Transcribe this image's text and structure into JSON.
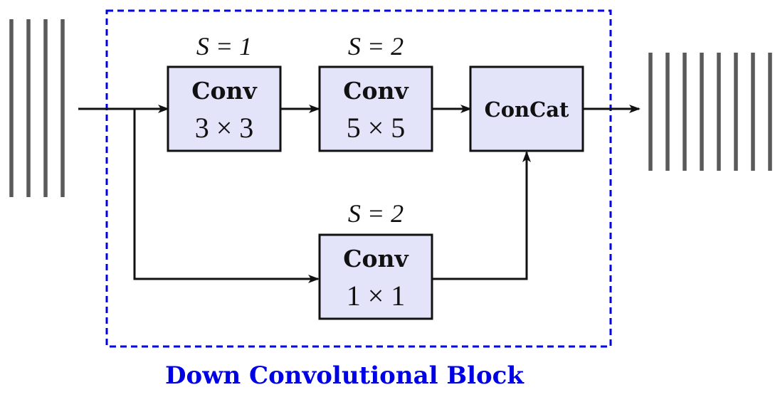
{
  "caption": "Down Convolutional Block",
  "blocks": {
    "conv3": {
      "title": "Conv",
      "kernel": "3 × 3",
      "stride": "S = 1"
    },
    "conv5": {
      "title": "Conv",
      "kernel": "5 × 5",
      "stride": "S = 2"
    },
    "conv1": {
      "title": "Conv",
      "kernel": "1 × 1",
      "stride": "S = 2"
    },
    "concat": {
      "title": "ConCat"
    }
  },
  "colors": {
    "block_fill": "#e3e3fa",
    "frame": "#0000e6",
    "caption": "#0000e6",
    "feature_bars": "#5a5a5a",
    "lines": "#111111"
  },
  "feature_maps": {
    "input_count": 4,
    "output_count": 8
  }
}
